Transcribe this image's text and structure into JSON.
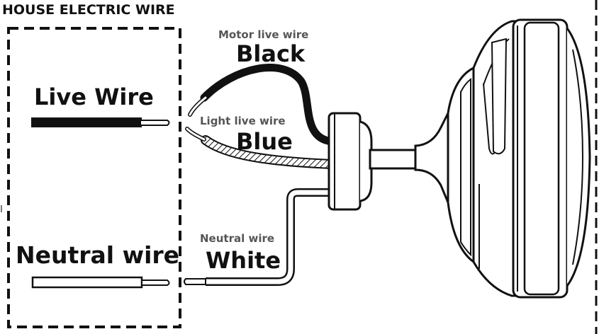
{
  "title": "HOUSE ELECTRIC WIRE",
  "house_wires": {
    "live_label": "Live Wire",
    "neutral_label": "Neutral wire"
  },
  "fixture_wires": {
    "motor_live_caption": "Motor live wire",
    "motor_live_color": "Black",
    "light_live_caption": "Light live wire",
    "light_live_color": "Blue",
    "neutral_caption": "Neutral wire",
    "neutral_color": "White"
  },
  "colors": {
    "ink": "#111111",
    "caption_grey": "#555555",
    "background": "#ffffff"
  }
}
